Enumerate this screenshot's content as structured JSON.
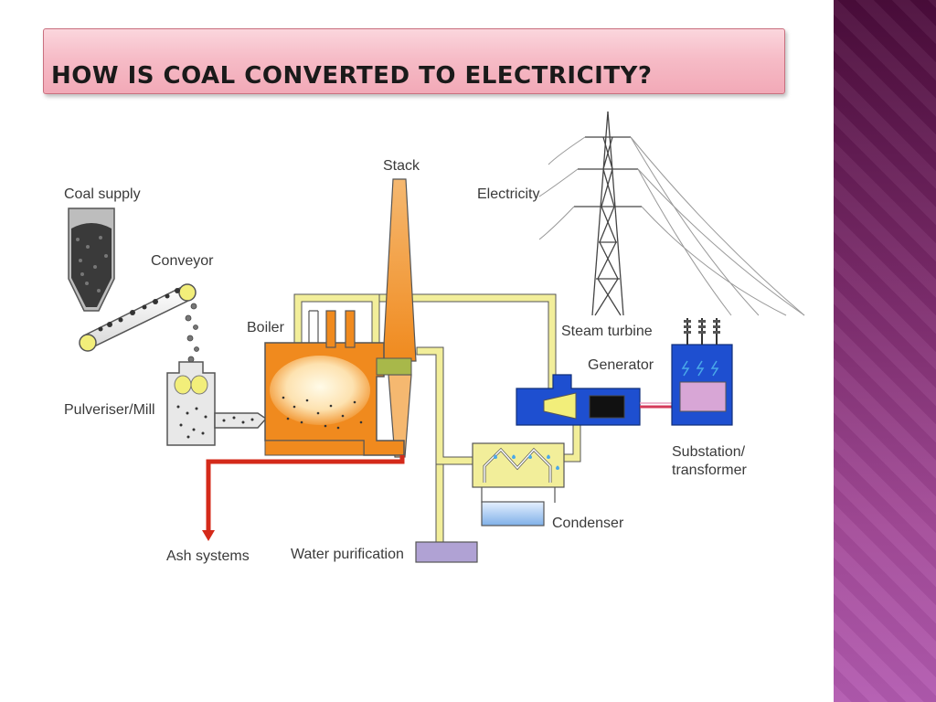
{
  "slide": {
    "title": "HOW IS COAL CONVERTED TO ELECTRICITY?"
  },
  "diagram": {
    "labels": {
      "coal_supply": "Coal supply",
      "conveyor": "Conveyor",
      "boiler": "Boiler",
      "stack": "Stack",
      "electricity": "Electricity",
      "steam_turbine": "Steam turbine",
      "generator": "Generator",
      "pulveriser": "Pulveriser/Mill",
      "substation_line1": "Substation/",
      "substation_line2": "transformer",
      "condenser": "Condenser",
      "ash_systems": "Ash systems",
      "water_purification": "Water purification"
    }
  },
  "theme": {
    "title_bar_color": "#f6bcc7",
    "side_band_color": "#7a2a6a",
    "boiler_color": "#f08a1e",
    "pipe_color": "#e8e48a",
    "turbine_color": "#1e4fd0",
    "ash_line_color": "#d42a1a"
  }
}
